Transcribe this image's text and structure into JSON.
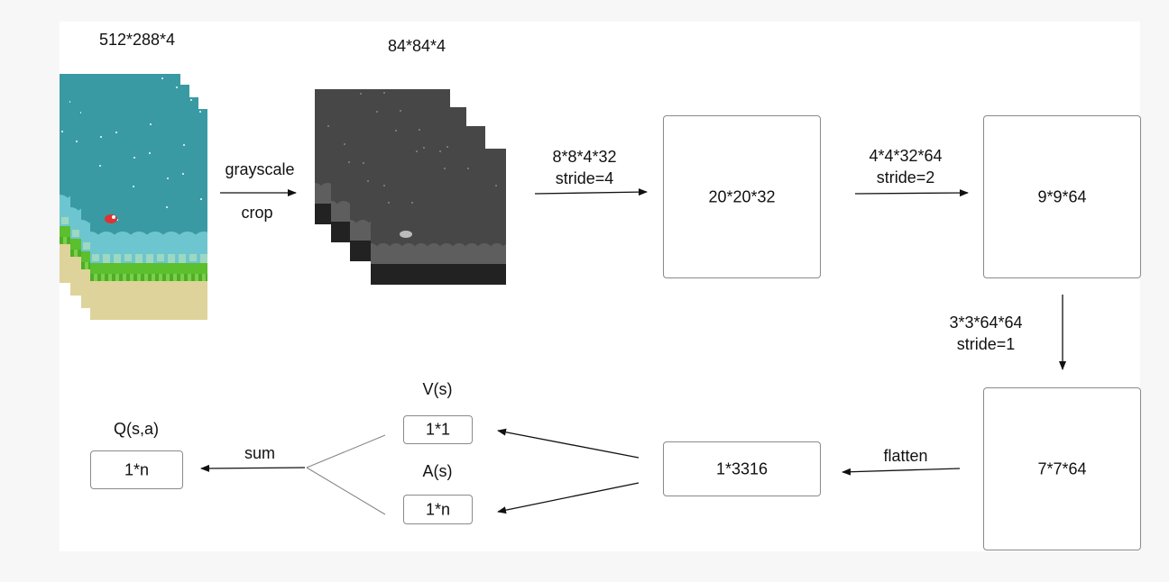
{
  "labels": {
    "input_size": "512*288*4",
    "gray_size": "84*84*4",
    "preprocess_1": "grayscale",
    "preprocess_2": "crop",
    "conv1_filter": "8*8*4*32",
    "conv1_stride": "stride=4",
    "conv2_filter": "4*4*32*64",
    "conv2_stride": "stride=2",
    "conv3_filter": "3*3*64*64",
    "conv3_stride": "stride=1",
    "flatten": "flatten",
    "sum": "sum",
    "value_label": "V(s)",
    "advantage_label": "A(s)",
    "q_label": "Q(s,a)"
  },
  "boxes": {
    "conv1_out": "20*20*32",
    "conv2_out": "9*9*64",
    "conv3_out": "7*7*64",
    "flat_out": "1*3316",
    "value_out": "1*1",
    "advantage_out": "1*n",
    "q_out": "1*n"
  },
  "colors": {
    "sky": "#3a9aa3",
    "grass": "#5bbf2e",
    "sand": "#ded39a",
    "cloud": "#6dc6cf",
    "gray_bg": "#474747",
    "gray_ground": "#222222"
  }
}
